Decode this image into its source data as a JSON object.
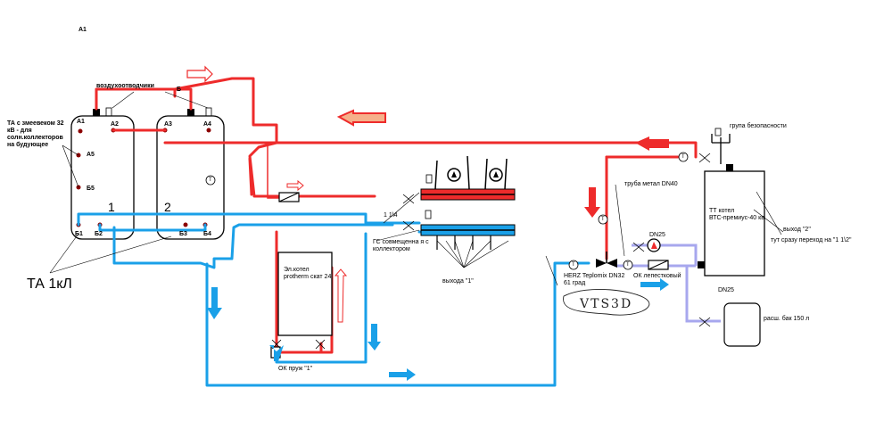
{
  "colors": {
    "red_pipe": "#ee2b2b",
    "blue_pipe": "#1aa0e8",
    "lavender_pipe": "#a7a7ee",
    "dark_red": "#8b0000",
    "gray_arrow_fill": "#f6b08a"
  },
  "labels": {
    "a1_top": "А1",
    "air_vents": "воздухоотводчики",
    "b": "Б",
    "ta_coil": "ТА с змеевеком 32 кВ - для солн.коллекторов на будующее",
    "a1": "А1",
    "a2": "А2",
    "a3": "А3",
    "a4": "А4",
    "a5": "А5",
    "b5": "Б5",
    "b1": "Б1",
    "b2": "Б2",
    "b3": "Б3",
    "b4": "Б4",
    "n1": "1",
    "n2": "2",
    "ta_1kl": "ТА 1кЛ",
    "el_boiler": "Эл.котел\nprotherm скат 24",
    "ok_spring": "ОК пруж \"1\"",
    "size_11_4": "1 1\\4",
    "gs_combo": "ГС совмещенна я с коллектором",
    "outputs_1": "выхода \"1\"",
    "pipe_metal": "труба метал DN40",
    "herz": "HERZ Teplomix DN32\n61 град",
    "dn25_top": "DN25",
    "ok_petal": "ОК лепестковый",
    "dn25_bottom": "DN25",
    "safety_group": "група безопасности",
    "tt_boiler": "ТТ котел\nВТС-премиус-40 кв",
    "output_2": "выход \"2\"",
    "transition": "тут сразу переход на \"1 1\\2\"",
    "exp_tank": "расш. бак 150 л",
    "handwriting": "VTS3D",
    "thermo_t": "T"
  }
}
